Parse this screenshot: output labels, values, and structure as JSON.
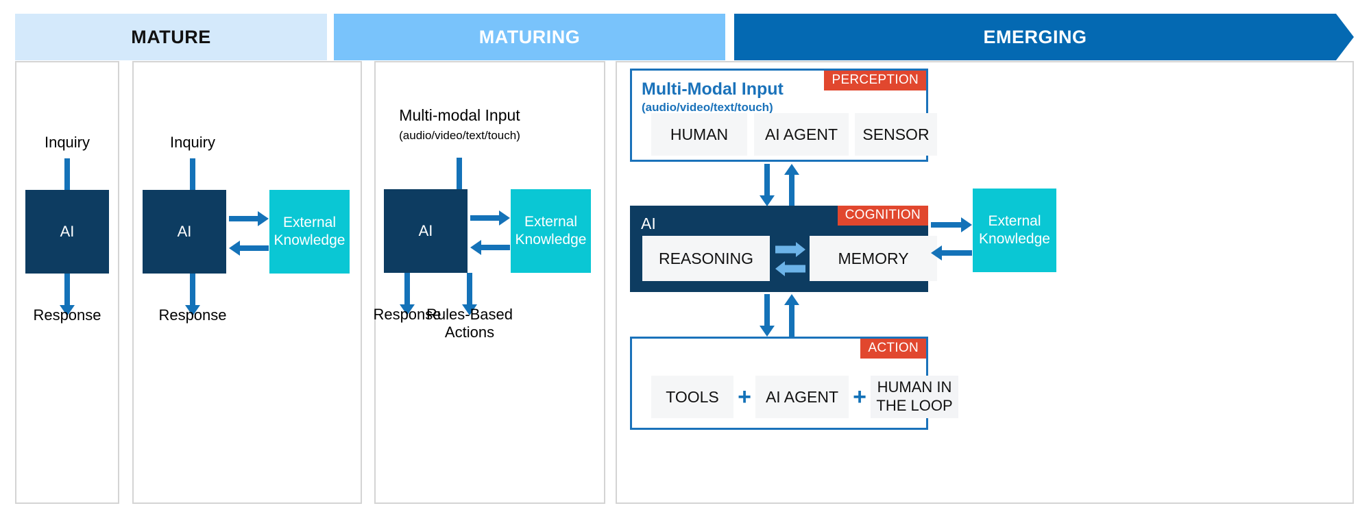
{
  "bands": [
    {
      "label": "MATURE",
      "color": "#d4e9fb",
      "text_color": "#111111"
    },
    {
      "label": "MATURING",
      "color": "#79c3fb",
      "text_color": "#ffffff"
    },
    {
      "label": "EMERGING",
      "color": "#0469b2",
      "text_color": "#ffffff"
    }
  ],
  "colors": {
    "ai_box": "#0d3c61",
    "external_knowledge": "#0ac7d4",
    "arrow": "#1472b8",
    "arrow_light": "#6cb3e8",
    "tag_red": "#e1472e",
    "outline_blue": "#1a72ba",
    "chip_gray": "#f3f4f6",
    "panel_border": "#d4d4d4"
  },
  "panel1": {
    "input_label": "Inquiry",
    "ai_label": "AI",
    "output_label": "Response"
  },
  "panel2": {
    "input_label": "Inquiry",
    "ai_label": "AI",
    "output_label": "Response",
    "external_knowledge_label": "External\nKnowledge"
  },
  "panel3": {
    "input_title": "Multi-modal Input",
    "input_subtitle": "(audio/video/text/touch)",
    "ai_label": "AI",
    "output_label_1": "Response",
    "output_label_2": "Rules-Based\nActions",
    "external_knowledge_label": "External\nKnowledge"
  },
  "panel4": {
    "perception": {
      "title": "Multi-Modal Input",
      "subtitle": "(audio/video/text/touch)",
      "tag": "PERCEPTION",
      "chips": [
        "HUMAN",
        "AI AGENT",
        "SENSOR"
      ]
    },
    "cognition": {
      "ai_label": "AI",
      "tag": "COGNITION",
      "chips": [
        "REASONING",
        "MEMORY"
      ]
    },
    "action": {
      "tag": "ACTION",
      "chips": [
        "TOOLS",
        "AI AGENT",
        "HUMAN IN\nTHE LOOP"
      ],
      "connector": "+"
    },
    "external_knowledge_label": "External\nKnowledge"
  }
}
